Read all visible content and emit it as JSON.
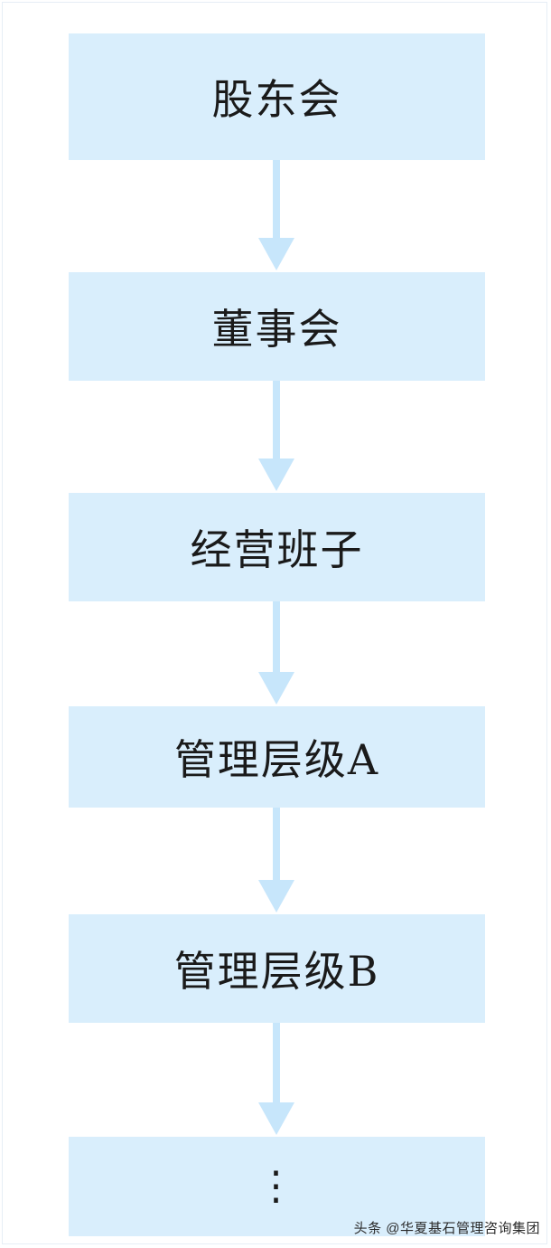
{
  "diagram": {
    "nodes": [
      {
        "label": "股东会"
      },
      {
        "label": "董事会"
      },
      {
        "label": "经营班子"
      },
      {
        "label": "管理层级A"
      },
      {
        "label": "管理层级B"
      },
      {
        "label": "⋮"
      }
    ],
    "colors": {
      "box_fill": "#d9eefc",
      "arrow": "#c7e6fb",
      "text": "#1a1a1a"
    }
  },
  "watermark": {
    "text": "头条 @华夏基石管理咨询集团"
  }
}
